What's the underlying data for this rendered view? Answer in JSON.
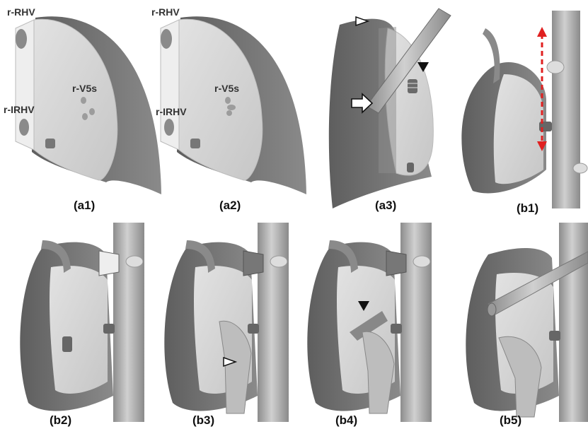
{
  "figure": {
    "panels": [
      {
        "id": "a1",
        "label": "(a1)",
        "annotations": [
          "r-RHV",
          "r-V5s",
          "r-IRHV"
        ]
      },
      {
        "id": "a2",
        "label": "(a2)",
        "annotations": [
          "r-RHV",
          "r-V5s",
          "r-IRHV"
        ]
      },
      {
        "id": "a3",
        "label": "(a3)",
        "annotations": []
      },
      {
        "id": "b1",
        "label": "(b1)",
        "annotations": []
      },
      {
        "id": "b2",
        "label": "(b2)",
        "annotations": []
      },
      {
        "id": "b3",
        "label": "(b3)",
        "annotations": []
      },
      {
        "id": "b4",
        "label": "(b4)",
        "annotations": []
      },
      {
        "id": "b5",
        "label": "(b5)",
        "annotations": []
      }
    ],
    "colors": {
      "liver_dark": "#6e6e6e",
      "liver_mid": "#9a9a9a",
      "cut_surface": "#d4d4d4",
      "vessel": "#a8a8a8",
      "arrow_red": "#e02020",
      "arrowhead_black": "#111111"
    }
  }
}
